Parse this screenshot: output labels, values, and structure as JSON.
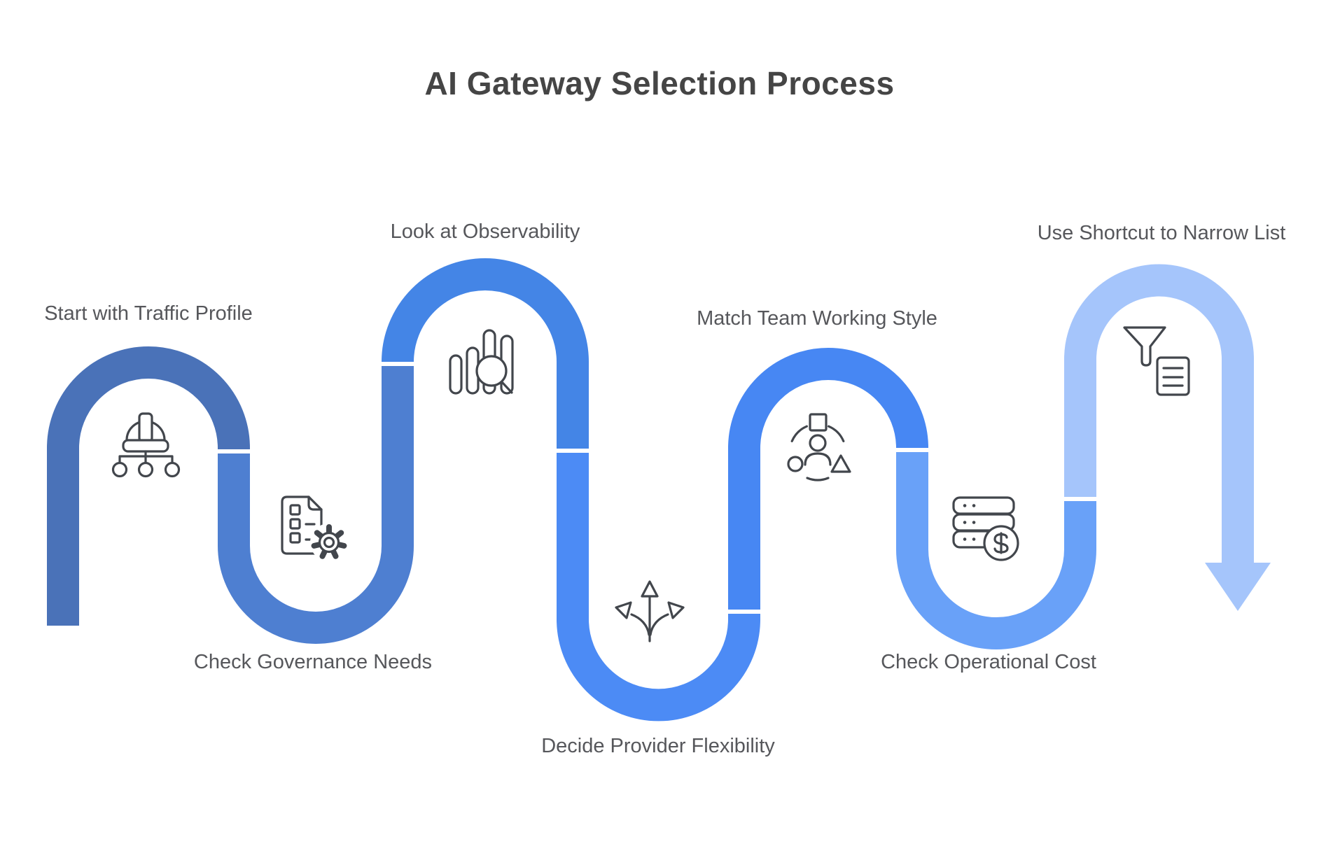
{
  "title": "AI Gateway Selection Process",
  "flow": {
    "direction": "left-to-right",
    "end_marker": "down-arrow"
  },
  "steps": [
    {
      "label": "Start with Traffic Profile",
      "icon": "hard-hat-hierarchy-icon",
      "color": "#4A72B8"
    },
    {
      "label": "Check Governance Needs",
      "icon": "document-gear-icon",
      "color": "#4E7FD1"
    },
    {
      "label": "Look at Observability",
      "icon": "chart-magnifier-icon",
      "color": "#4485E6"
    },
    {
      "label": "Decide Provider Flexibility",
      "icon": "branching-arrows-icon",
      "color": "#4C8BF5"
    },
    {
      "label": "Match Team Working Style",
      "icon": "team-shapes-icon",
      "color": "#4787F3"
    },
    {
      "label": "Check Operational Cost",
      "icon": "server-dollar-icon",
      "color": "#69A1F8"
    },
    {
      "label": "Use Shortcut to Narrow List",
      "icon": "funnel-document-icon",
      "color": "#A5C5FB"
    }
  ],
  "colors": {
    "background": "#FFFFFF",
    "title_text": "#454545",
    "label_text": "#56575B",
    "icon_stroke": "#42464C",
    "segment_separator": "#FFFFFF"
  }
}
